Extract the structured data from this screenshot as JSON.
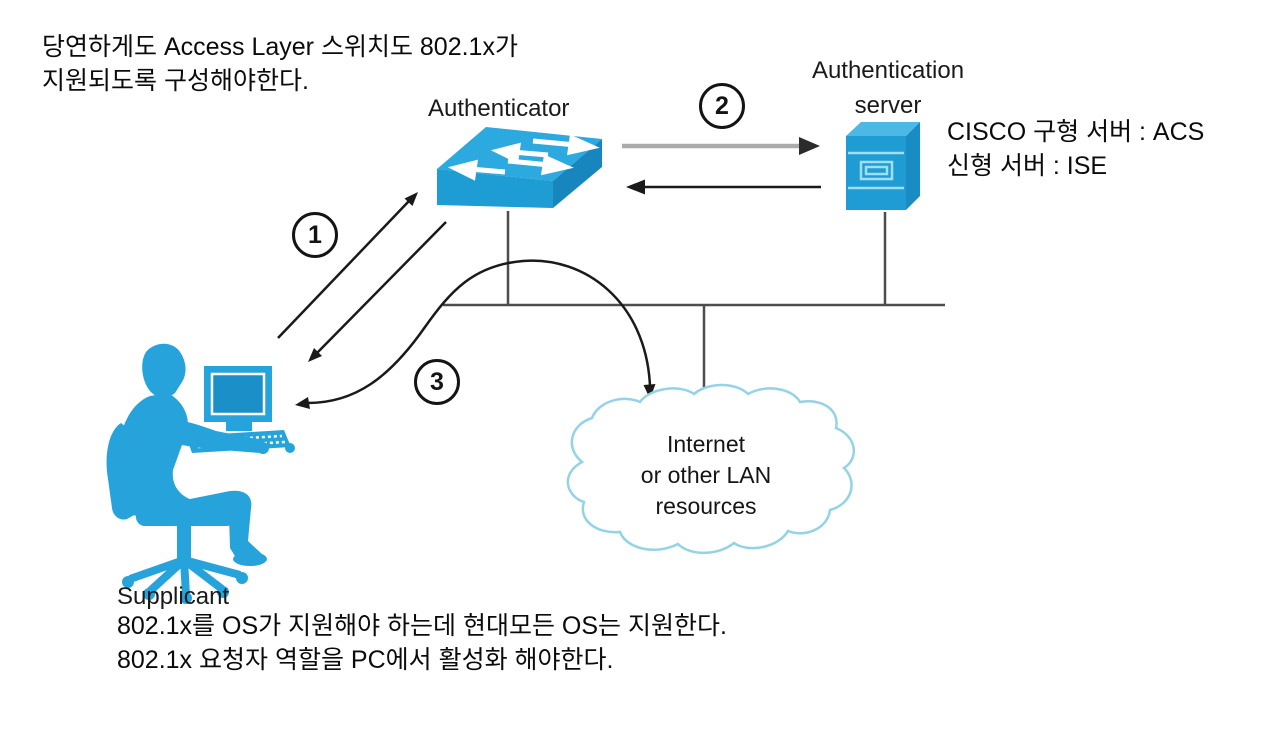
{
  "notes": {
    "top_line1": "당연하게도 Access Layer 스위치도 802.1x가",
    "top_line2": "지원되도록 구성해야한다.",
    "server_note_line1": "CISCO 구형 서버 : ACS",
    "server_note_line2": "신형 서버 : ISE",
    "bottom_line1": "802.1x를 OS가 지원해야 하는데 현대모든 OS는 지원한다.",
    "bottom_line2": "802.1x 요청자 역할을 PC에서 활성화 해야한다."
  },
  "diagram": {
    "authenticator_label": "Authenticator",
    "auth_server_label_line1": "Authentication",
    "auth_server_label_line2": "server",
    "supplicant_label": "Supplicant",
    "cloud_line1": "Internet",
    "cloud_line2": "or other LAN",
    "cloud_line3": "resources",
    "step1": "1",
    "step2": "2",
    "step3": "3"
  },
  "colors": {
    "device_cyan": "#27A3DB",
    "device_cyan_dark": "#1786BE",
    "device_cyan_mid": "#1E9CD4",
    "cloud_stroke": "#94D2E6",
    "connector_gray": "#4D4D4D",
    "arrow_black": "#1A1A1A",
    "arrow_gray": "#ABABAB"
  }
}
